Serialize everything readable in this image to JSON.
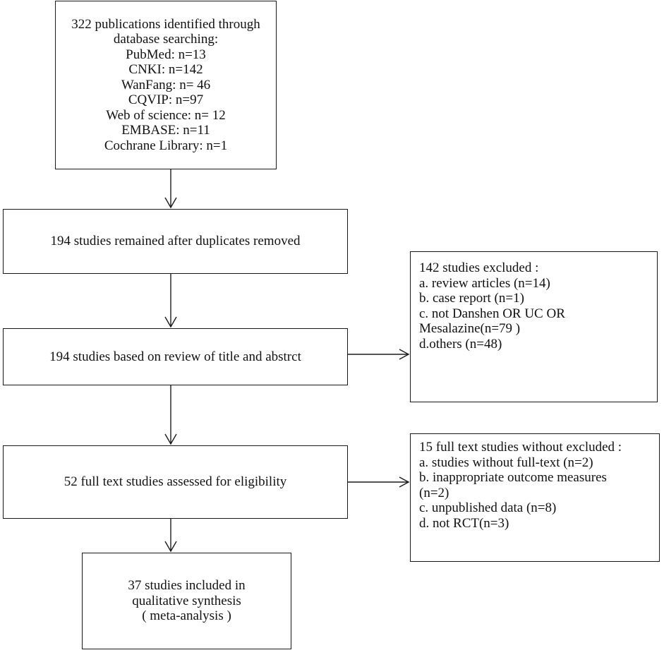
{
  "boxes": {
    "identification": {
      "lines": [
        "322 publications identified through",
        "database searching:",
        "PubMed: n=13",
        "CNKI: n=142",
        "WanFang: n= 46",
        "CQVIP: n=97",
        "Web of science: n= 12",
        "EMBASE: n=11",
        "Cochrane Library: n=1"
      ]
    },
    "duplicates": {
      "lines": [
        "194 studies remained after duplicates removed"
      ]
    },
    "screening": {
      "lines": [
        "194 studies based on review of title and abstrct"
      ]
    },
    "eligibility": {
      "lines": [
        "52 full text studies assessed for eligibility"
      ]
    },
    "included": {
      "lines": [
        "37 studies included in",
        "qualitative synthesis",
        "( meta-analysis )"
      ]
    },
    "excluded_screening": {
      "lines": [
        "142 studies excluded :",
        "a. review articles (n=14)",
        "b. case report (n=1)",
        "c. not Danshen OR UC OR",
        "Mesalazine(n=79 )",
        "d.others (n=48)"
      ]
    },
    "excluded_fulltext": {
      "lines": [
        "15 full text studies without excluded :",
        "a. studies without full-text (n=2)",
        "b. inappropriate outcome measures",
        "(n=2)",
        "c. unpublished data (n=8)",
        "d. not RCT(n=3)"
      ]
    }
  }
}
